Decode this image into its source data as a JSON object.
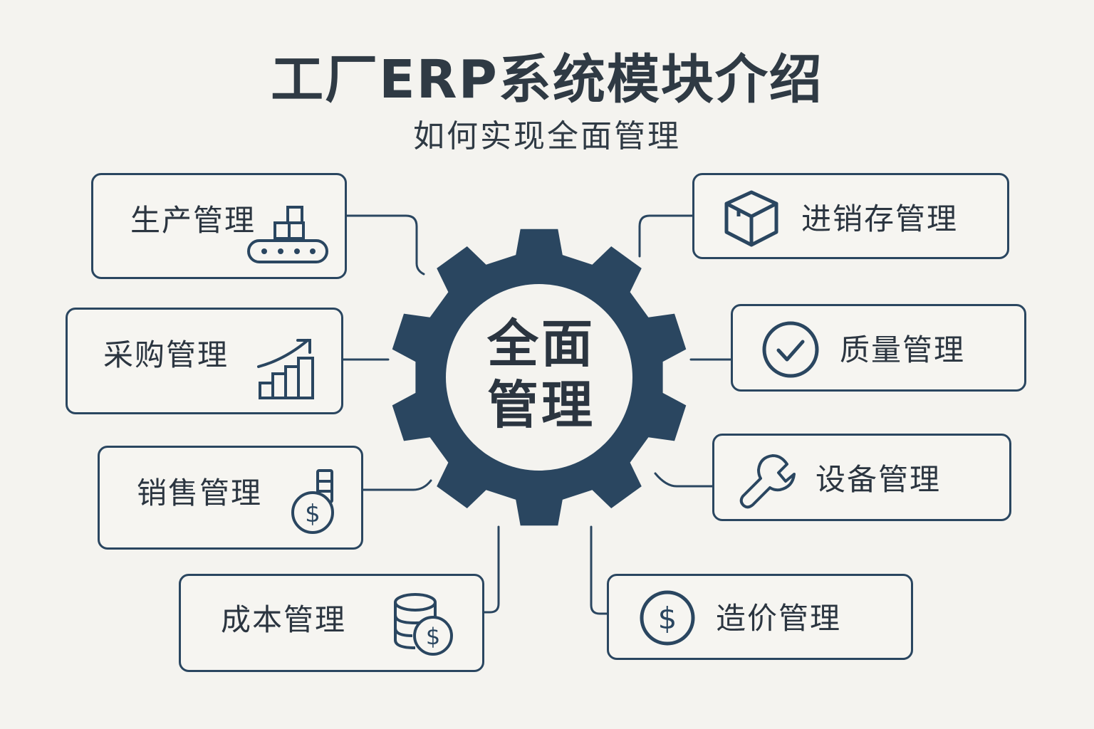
{
  "header": {
    "title": "工厂ERP系统模块介绍",
    "subtitle": "如何实现全面管理"
  },
  "center": {
    "line1": "全面",
    "line2": "管理",
    "icon": "gear-icon"
  },
  "colors": {
    "primary": "#2a4660",
    "background": "#f4f3ef",
    "text": "#2b3540"
  },
  "modules": [
    {
      "id": "production",
      "label": "生产管理",
      "icon": "conveyor-belt-icon"
    },
    {
      "id": "purchasing",
      "label": "采购管理",
      "icon": "growth-chart-icon"
    },
    {
      "id": "sales",
      "label": "销售管理",
      "icon": "coin-stack-icon"
    },
    {
      "id": "cost",
      "label": "成本管理",
      "icon": "database-coin-icon"
    },
    {
      "id": "inventory",
      "label": "进销存管理",
      "icon": "box-icon"
    },
    {
      "id": "quality",
      "label": "质量管理",
      "icon": "check-circle-icon"
    },
    {
      "id": "equipment",
      "label": "设备管理",
      "icon": "wrench-icon"
    },
    {
      "id": "pricing",
      "label": "造价管理",
      "icon": "dollar-circle-icon"
    }
  ]
}
